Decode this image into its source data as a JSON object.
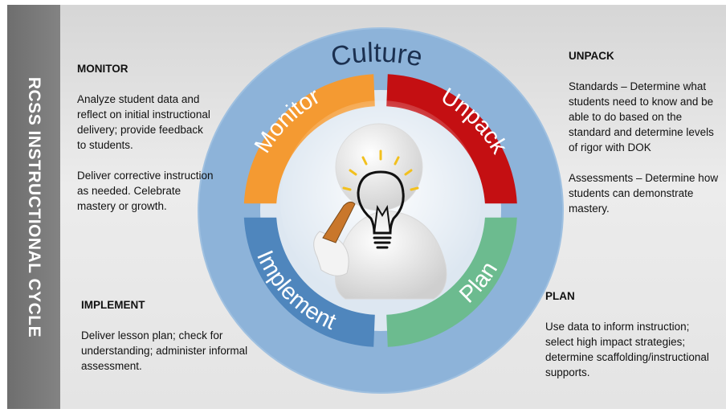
{
  "sidebar": {
    "title": "RCSS INSTRUCTIONAL CYCLE"
  },
  "cycle": {
    "outer_label": "Culture",
    "segments": [
      {
        "key": "monitor",
        "label": "Monitor",
        "color": "#f49a32"
      },
      {
        "key": "unpack",
        "label": "Unpack",
        "color": "#c40f12"
      },
      {
        "key": "plan",
        "label": "Plan",
        "color": "#6cbb8f"
      },
      {
        "key": "implement",
        "label": "Implement",
        "color": "#4f86bd"
      }
    ],
    "ring_color": "#8db3d9",
    "inner_color": "#dde7f1"
  },
  "panels": {
    "monitor": {
      "heading": "MONITOR",
      "paragraphs": [
        "Analyze student data and reflect on initial instructional delivery; provide feedback to students.",
        "Deliver corrective instruction as needed.  Celebrate mastery or growth."
      ]
    },
    "unpack": {
      "heading": "UNPACK",
      "paragraphs": [
        "Standards – Determine what students need to know and be able to do based on the standard and determine levels of rigor with DOK",
        "Assessments – Determine how students can demonstrate mastery."
      ]
    },
    "implement": {
      "heading": "IMPLEMENT",
      "paragraphs": [
        "Deliver lesson plan; check for understanding; administer informal assessment."
      ]
    },
    "plan": {
      "heading": "PLAN",
      "paragraphs": [
        "Use data to inform instruction; select high impact strategies; determine scaffolding/instructional supports."
      ]
    }
  }
}
